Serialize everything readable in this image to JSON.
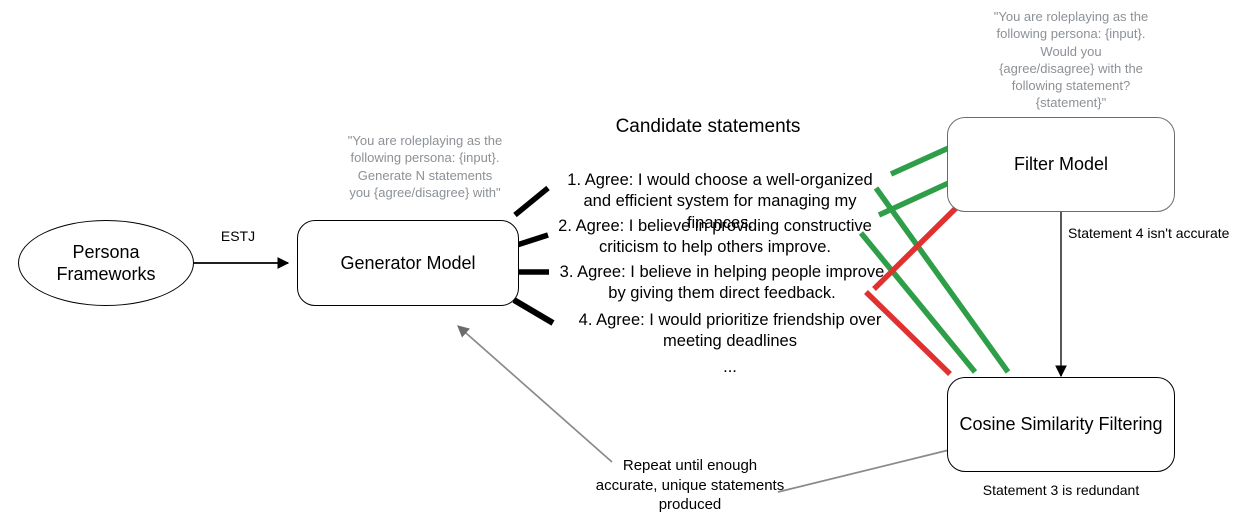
{
  "diagram": {
    "nodes": {
      "persona": {
        "label": "Persona\nFrameworks"
      },
      "generator": {
        "label": "Generator Model"
      },
      "filter": {
        "label": "Filter Model"
      },
      "cosine": {
        "label": "Cosine Similarity Filtering"
      }
    },
    "prompts": {
      "generator_prompt": "\"You are roleplaying as the\nfollowing persona: {input}.\nGenerate N statements\nyou {agree/disagree} with\"",
      "filter_prompt": "\"You are roleplaying as the\nfollowing persona: {input}.\nWould you\n{agree/disagree} with the\nfollowing statement?\n{statement}\""
    },
    "edges": {
      "persona_to_generator_label": "ESTJ",
      "filter_to_cosine_label": "Statement 4 isn't accurate",
      "cosine_note": "Statement 3 is redundant",
      "feedback_label": "Repeat until enough\naccurate, unique statements\nproduced"
    },
    "candidates": {
      "title": "Candidate statements",
      "items": [
        "1. Agree: I would choose a well-organized and efficient system for managing my finances.",
        "2. Agree: I believe in providing constructive criticism to help others improve.",
        "3. Agree: I believe in helping people improve by giving them direct feedback.",
        "4. Agree: I would prioritize friendship over meeting deadlines"
      ],
      "continuation": "..."
    },
    "colors": {
      "accepted": "#2e9e48",
      "rejected": "#e03030",
      "prompt_text": "#8c9196",
      "stroke": "#000000",
      "gray_stroke": "#6b6b6b"
    }
  }
}
